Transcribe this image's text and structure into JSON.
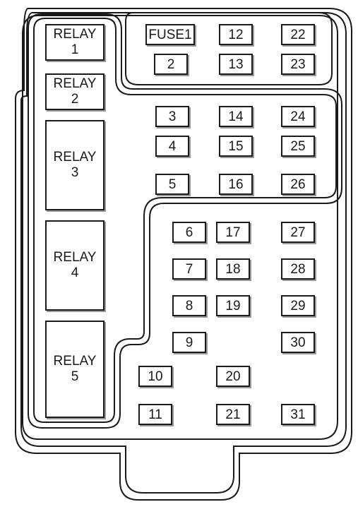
{
  "relays": [
    {
      "id": "relay-1",
      "line1": "RELAY",
      "line2": "1"
    },
    {
      "id": "relay-2",
      "line1": "RELAY",
      "line2": "2"
    },
    {
      "id": "relay-3",
      "line1": "RELAY",
      "line2": "3"
    },
    {
      "id": "relay-4",
      "line1": "RELAY",
      "line2": "4"
    },
    {
      "id": "relay-5",
      "line1": "RELAY",
      "line2": "5"
    }
  ],
  "fuses": {
    "fuse1": "FUSE1",
    "f2": "2",
    "f3": "3",
    "f4": "4",
    "f5": "5",
    "f6": "6",
    "f7": "7",
    "f8": "8",
    "f9": "9",
    "f10": "10",
    "f11": "11",
    "f12": "12",
    "f13": "13",
    "f14": "14",
    "f15": "15",
    "f16": "16",
    "f17": "17",
    "f18": "18",
    "f19": "19",
    "f20": "20",
    "f21": "21",
    "f22": "22",
    "f23": "23",
    "f24": "24",
    "f25": "25",
    "f26": "26",
    "f27": "27",
    "f28": "28",
    "f29": "29",
    "f30": "30",
    "f31": "31"
  },
  "colors": {
    "ink": "#1a1a1a",
    "shadow": "#9a9a9a",
    "background": "#ffffff"
  }
}
